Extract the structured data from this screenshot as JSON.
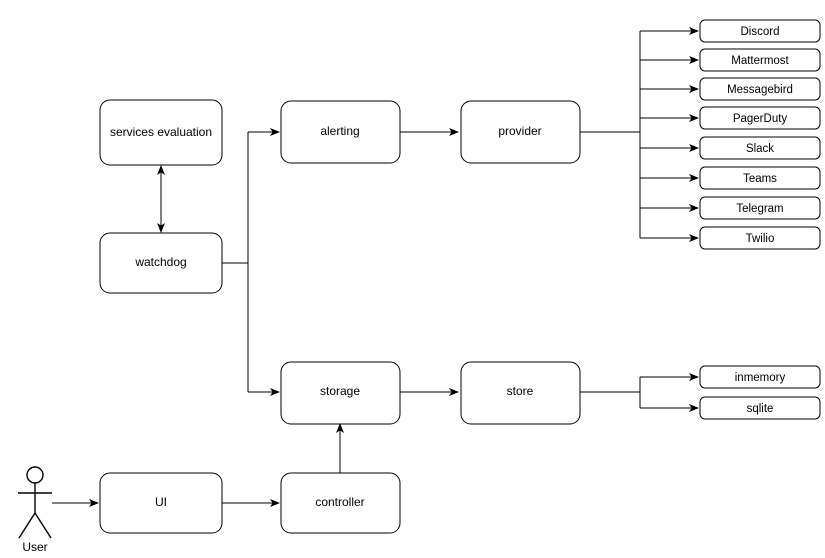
{
  "diagram": {
    "title": "architecture-flow-diagram",
    "background_color": "#ffffff",
    "stroke_color": "#000000",
    "node_fill": "#ffffff",
    "actor": {
      "label": "User"
    },
    "nodes": {
      "services_evaluation": "services evaluation",
      "watchdog": "watchdog",
      "alerting": "alerting",
      "provider": "provider",
      "storage": "storage",
      "store": "store",
      "ui": "UI",
      "controller": "controller"
    },
    "providers": [
      "Discord",
      "Mattermost",
      "Messagebird",
      "PagerDuty",
      "Slack",
      "Teams",
      "Telegram",
      "Twilio"
    ],
    "stores": [
      "inmemory",
      "sqlite"
    ]
  }
}
